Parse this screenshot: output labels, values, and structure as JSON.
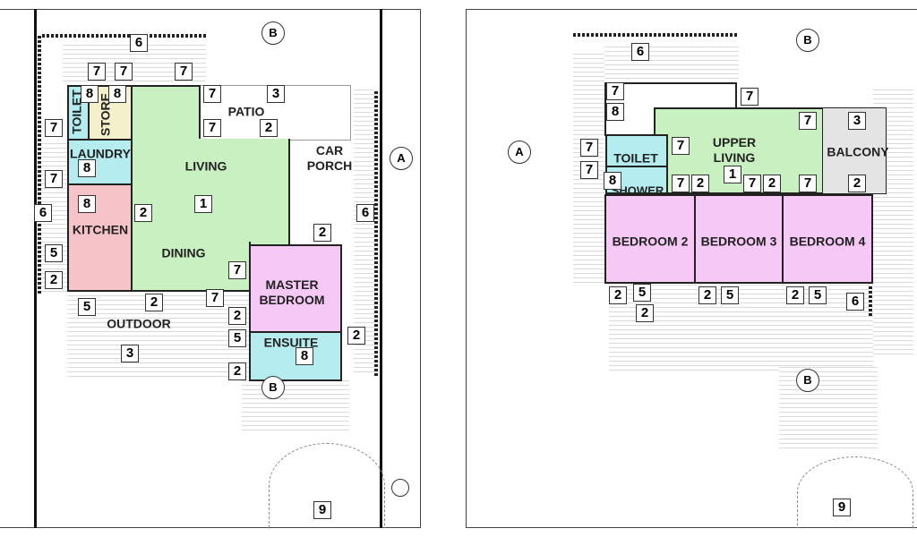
{
  "ground_floor": {
    "rooms": [
      "TOILET",
      "STORE",
      "PATIO",
      "CAR PORCH",
      "LAUNDRY",
      "LIVING",
      "KITCHEN",
      "DINING",
      "MASTER BEDROOM",
      "OUTDOOR",
      "ENSUITE"
    ],
    "tags": [
      "6",
      "7",
      "7",
      "7",
      "8",
      "8",
      "7",
      "3",
      "7",
      "7",
      "2",
      "8",
      "7",
      "8",
      "2",
      "1",
      "6",
      "6",
      "2",
      "5",
      "7",
      "2",
      "5",
      "2",
      "7",
      "2",
      "5",
      "2",
      "3",
      "8",
      "2",
      "9"
    ],
    "markers": [
      "B",
      "A",
      "B"
    ]
  },
  "upper_floor": {
    "rooms": [
      "UPPER LIVING",
      "TOILET",
      "BALCONY",
      "SHOWER",
      "BEDROOM 2",
      "BEDROOM 3",
      "BEDROOM 4"
    ],
    "tags": [
      "6",
      "7",
      "7",
      "8",
      "3",
      "7",
      "7",
      "7",
      "7",
      "8",
      "7",
      "2",
      "1",
      "7",
      "2",
      "7",
      "2",
      "2",
      "5",
      "2",
      "2",
      "5",
      "2",
      "5",
      "6",
      "9"
    ],
    "markers": [
      "B",
      "A",
      "B"
    ]
  },
  "colors": {
    "living": "#c8f0c0",
    "wet": "#b4ecef",
    "bedroom": "#f6c8f6",
    "kitchen": "#f6c4c8",
    "store": "#f4f0cc",
    "balcony": "#e4e4e4"
  }
}
